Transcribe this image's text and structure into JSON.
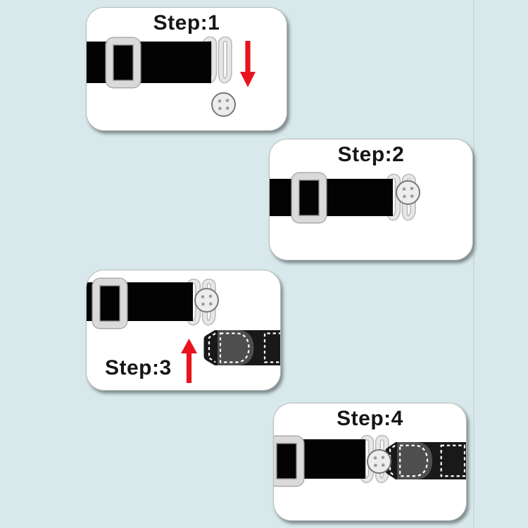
{
  "page": {
    "type": "product-instruction-graphic",
    "background_color": "#d9e9eb",
    "seam_color": "#c8dcdf",
    "card_color": "#ffffff",
    "title_color": "#161616",
    "arrow_color": "#e8131f",
    "belt_color": "#030303",
    "extender_color": "#191919",
    "patch_color": "#4e4e4e",
    "metal_color": "#e7e7e7",
    "stitch_color": "#ffffff"
  },
  "steps": [
    {
      "label": "Step:1",
      "arrow": "down",
      "components": [
        "belt-strap",
        "slider-buckle",
        "metal-hook",
        "button",
        "down-arrow"
      ]
    },
    {
      "label": "Step:2",
      "arrow": "",
      "components": [
        "belt-strap",
        "slider-buckle",
        "metal-hook",
        "button"
      ]
    },
    {
      "label": "Step:3",
      "arrow": "up",
      "components": [
        "belt-strap",
        "slider-buckle",
        "metal-hook",
        "button",
        "stitched-extender-strap",
        "up-arrow"
      ]
    },
    {
      "label": "Step:4",
      "arrow": "",
      "components": [
        "belt-strap",
        "slider-buckle",
        "metal-hook",
        "button",
        "stitched-extender-strap"
      ]
    }
  ]
}
